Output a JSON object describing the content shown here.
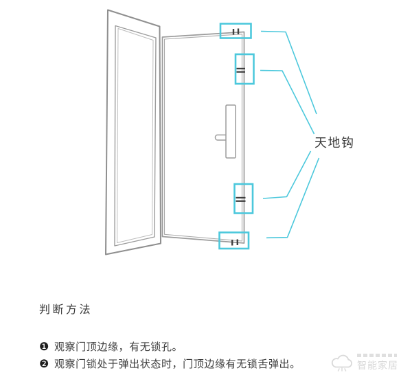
{
  "diagram": {
    "label": "天地钩",
    "accent_color": "#4cc8dc",
    "line_color": "#9b9b9b",
    "tick_color": "#3f3f3f",
    "callouts": [
      "top-edge-lock-bolts",
      "upper-side-lock-point",
      "lower-side-lock-point",
      "bottom-edge-lock-bolts"
    ]
  },
  "instructions": {
    "title": "判断方法",
    "items": [
      {
        "bullet": "❶",
        "text": "观察门顶边缘，有无锁孔。"
      },
      {
        "bullet": "❷",
        "text": "观察门锁处于弹出状态时，门顶边缘有无锁舌弹出。"
      }
    ]
  },
  "watermark": {
    "icon": "cloud-logo-icon",
    "text": "智能家居"
  }
}
